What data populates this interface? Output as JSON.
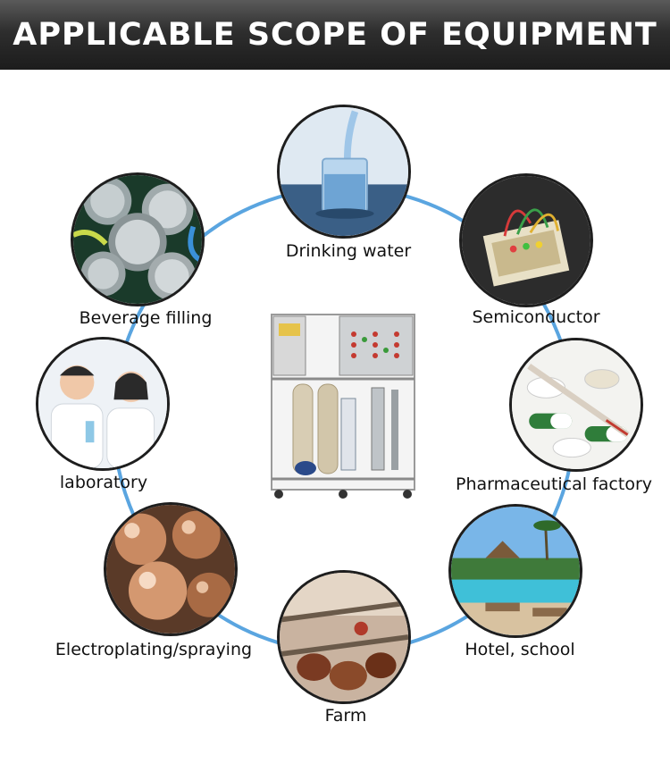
{
  "banner": {
    "title": "APPLICABLE SCOPE OF EQUIPMENT"
  },
  "colors": {
    "ring": "#5aa5e0",
    "banner_bg": "#2b2b2b",
    "banner_text": "#ffffff"
  },
  "applications": [
    {
      "label": "Drinking water",
      "icon": "glass-of-water-photo"
    },
    {
      "label": "Semiconductor",
      "icon": "circuit-breadboard-photo"
    },
    {
      "label": "Pharmaceutical factory",
      "icon": "pills-thermometer-photo"
    },
    {
      "label": "Hotel, school",
      "icon": "pool-resort-photo"
    },
    {
      "label": "Farm",
      "icon": "chicken-coop-photo"
    },
    {
      "label": "Electroplating/spraying",
      "icon": "copper-spheres-photo"
    },
    {
      "label": "laboratory",
      "icon": "scientists-lab-photo"
    },
    {
      "label": "Beverage filling",
      "icon": "beverage-cans-photo"
    }
  ],
  "equipment": {
    "icon": "reverse-osmosis-machine-photo"
  }
}
